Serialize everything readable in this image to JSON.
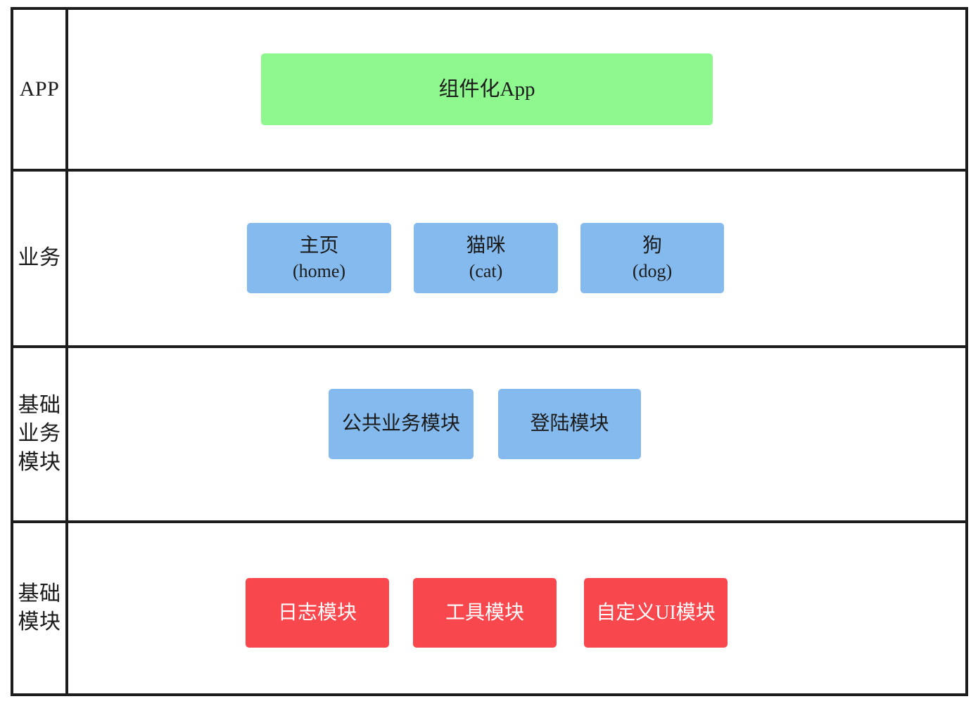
{
  "colors": {
    "green": "#8EF78E",
    "blue": "#85BAEE",
    "red": "#F9474E",
    "line": "#1D1D1D",
    "ink": "#1A1A1A",
    "light": "#FFFFFF"
  },
  "layers": [
    {
      "label": "APP",
      "modules": [
        {
          "title": "组件化App"
        }
      ]
    },
    {
      "label": "业务",
      "modules": [
        {
          "title": "主页",
          "subtitle": "(home)"
        },
        {
          "title": "猫咪",
          "subtitle": "(cat)"
        },
        {
          "title": "狗",
          "subtitle": "(dog)"
        }
      ]
    },
    {
      "label": "基础业务模块",
      "modules": [
        {
          "title": "公共业务模块"
        },
        {
          "title": "登陆模块"
        }
      ]
    },
    {
      "label": "基础模块",
      "modules": [
        {
          "title": "日志模块"
        },
        {
          "title": "工具模块"
        },
        {
          "title": "自定义UI模块"
        }
      ]
    }
  ]
}
